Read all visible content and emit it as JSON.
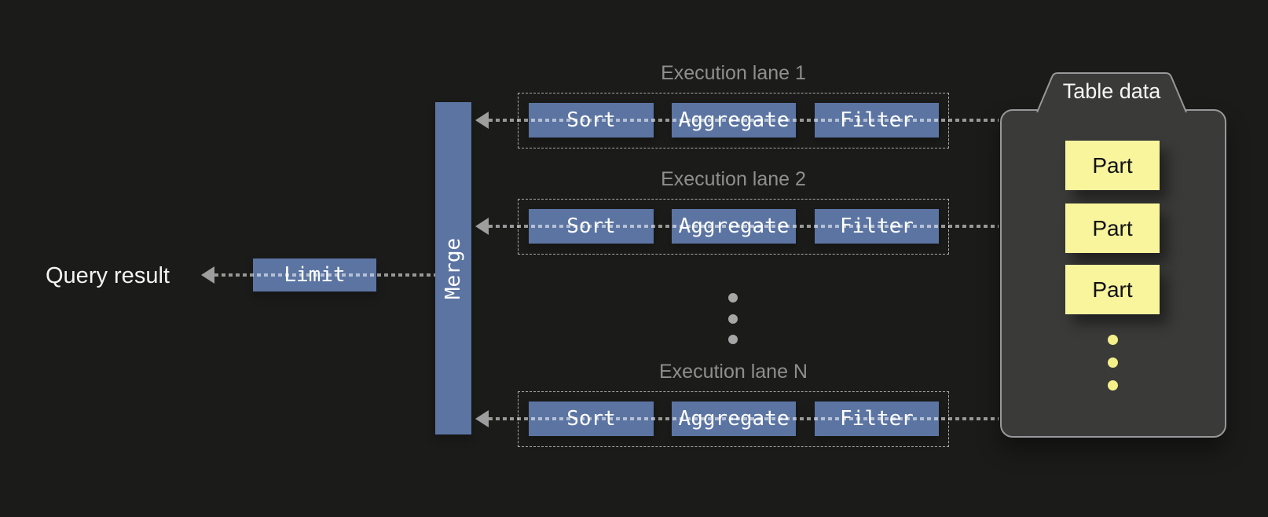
{
  "colors": {
    "background": "#1b1b1a",
    "box-blue": "#5b74a2",
    "part-yellow": "#f8f59d",
    "dot-yellow": "#f3f08a",
    "lane-label-gray": "#8f8f8f",
    "container-fill": "#3a3a39",
    "container-border": "#98989b",
    "arrow-gray": "#9e9e9e"
  },
  "output": {
    "query_result_label": "Query result",
    "limit_label": "Limit",
    "merge_label": "Merge"
  },
  "lanes": [
    {
      "label": "Execution lane 1",
      "ops": [
        "Sort",
        "Aggregate",
        "Filter"
      ]
    },
    {
      "label": "Execution lane 2",
      "ops": [
        "Sort",
        "Aggregate",
        "Filter"
      ]
    },
    {
      "label": "Execution lane N",
      "ops": [
        "Sort",
        "Aggregate",
        "Filter"
      ]
    }
  ],
  "table_data": {
    "title": "Table data",
    "parts": [
      "Part",
      "Part",
      "Part"
    ]
  }
}
